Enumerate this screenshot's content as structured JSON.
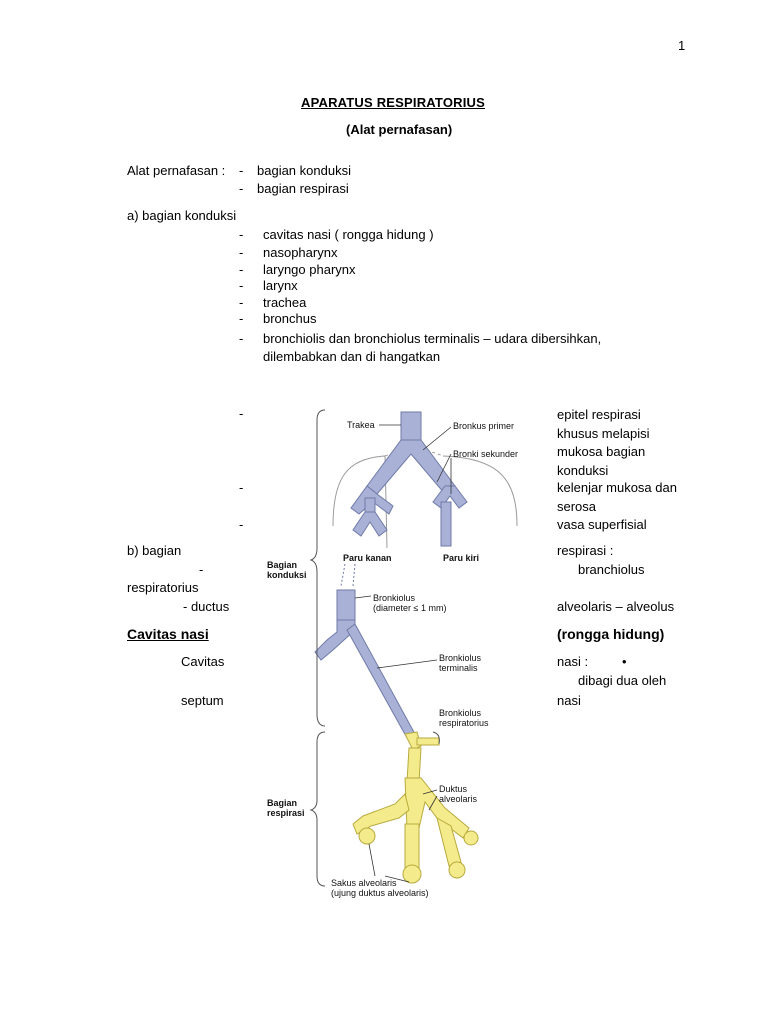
{
  "page_number": "1",
  "title": "APARATUS  RESPIRATORIUS",
  "subtitle": "(Alat pernafasan)",
  "intro": {
    "label": "Alat pernafasan :",
    "dash": "-",
    "items": [
      "bagian konduksi",
      "bagian respirasi"
    ]
  },
  "section_a": {
    "heading": "a) bagian konduksi",
    "items": [
      "cavitas nasi ( rongga hidung )",
      "nasopharynx",
      "laryngo pharynx",
      "larynx",
      "trachea",
      "bronchus",
      "bronchiolis dan bronchiolus terminalis – udara dibersihkan,",
      "dilembabkan dan di hangatkan"
    ]
  },
  "right_column": {
    "lines": [
      "epitel respirasi",
      "khusus melapisi",
      "mukosa bagian",
      "konduksi",
      "kelenjar mukosa dan",
      "serosa",
      "vasa superfisial"
    ]
  },
  "section_b": {
    "heading": "b) bagian",
    "dash": "-",
    "respiratorius": "respiratorius",
    "ductus_dash": "-  ductus",
    "right_1": "respirasi :",
    "right_2": "branchiolus",
    "right_3": "alveolaris – alveolus"
  },
  "cavitas": {
    "heading_left": "Cavitas nasi",
    "heading_right": "(rongga hidung)",
    "left_1": "Cavitas",
    "left_2": "septum",
    "right_1": "nasi :",
    "bullet": "•",
    "right_2": "dibagi dua oleh",
    "right_3": "nasi"
  },
  "figure": {
    "labels": {
      "trakea": "Trakea",
      "bronkus_primer": "Bronkus primer",
      "bronki_sekunder": "Bronki sekunder",
      "paru_kanan": "Paru kanan",
      "paru_kiri": "Paru kiri",
      "bagian_konduksi_1": "Bagian",
      "bagian_konduksi_2": "konduksi",
      "bronkiolus": "Bronkiolus",
      "diameter": "(diameter ≤ 1 mm)",
      "bronkiolus_terminalis_1": "Bronkiolus",
      "bronkiolus_terminalis_2": "terminalis",
      "bronkiolus_respiratorius_1": "Bronkiolus",
      "bronkiolus_respiratorius_2": "respiratorius",
      "bagian_respirasi_1": "Bagian",
      "bagian_respirasi_2": "respirasi",
      "duktus_1": "Duktus",
      "duktus_2": "alveolaris",
      "sakus_1": "Sakus alveolaris",
      "sakus_2": "(ujung duktus alveolaris)"
    },
    "colors": {
      "airway": "#a9b2d6",
      "airway_stroke": "#6f7aa8",
      "alveolar": "#f4ec8c",
      "alveolar_stroke": "#b8aa3c",
      "lung_outline": "#9a9a9a"
    }
  }
}
